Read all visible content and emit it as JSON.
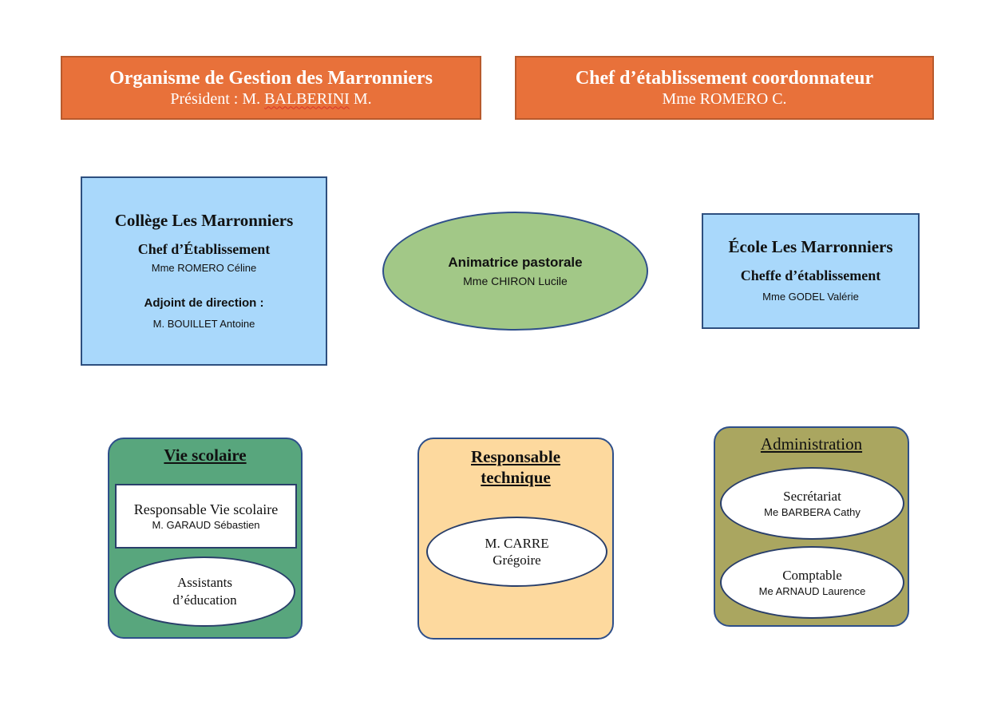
{
  "top": {
    "ogec": {
      "title": "Organisme de Gestion des Marronniers",
      "subtitle_prefix": "Président : M. ",
      "subtitle_name": "BALBERINI",
      "subtitle_suffix": " M."
    },
    "coord": {
      "title": "Chef d’établissement coordonnateur",
      "subtitle": "Mme ROMERO C."
    }
  },
  "college": {
    "title": "Collège Les Marronniers",
    "role1": "Chef d’Établissement",
    "name1": "Mme ROMERO Céline",
    "role2": "Adjoint de direction :",
    "name2": "M. BOUILLET Antoine"
  },
  "pastorale": {
    "title": "Animatrice pastorale",
    "name": "Mme CHIRON Lucile"
  },
  "ecole": {
    "title": "École Les Marronniers",
    "role": "Cheffe d’établissement",
    "name": "Mme GODEL Valérie"
  },
  "vie_scolaire": {
    "title": "Vie scolaire",
    "resp_title": "Responsable Vie scolaire",
    "resp_name": "M. GARAUD Sébastien",
    "assist_line1": "Assistants",
    "assist_line2": "d’éducation"
  },
  "technique": {
    "title_line1": "Responsable",
    "title_line2": "technique",
    "name_line1": "M. CARRE",
    "name_line2": "Grégoire"
  },
  "administration": {
    "title": "Administration",
    "secretariat": "Secrétariat",
    "secretariat_name": "Me BARBERA Cathy",
    "comptable": "Comptable",
    "comptable_name": "Me ARNAUD Laurence"
  },
  "colors": {
    "orange": "#e8713a",
    "blue": "#a9d8fb",
    "green_ellipse": "#a2c887",
    "vie_scolaire": "#58a67d",
    "technique": "#fdd99e",
    "administration": "#aaa660"
  }
}
